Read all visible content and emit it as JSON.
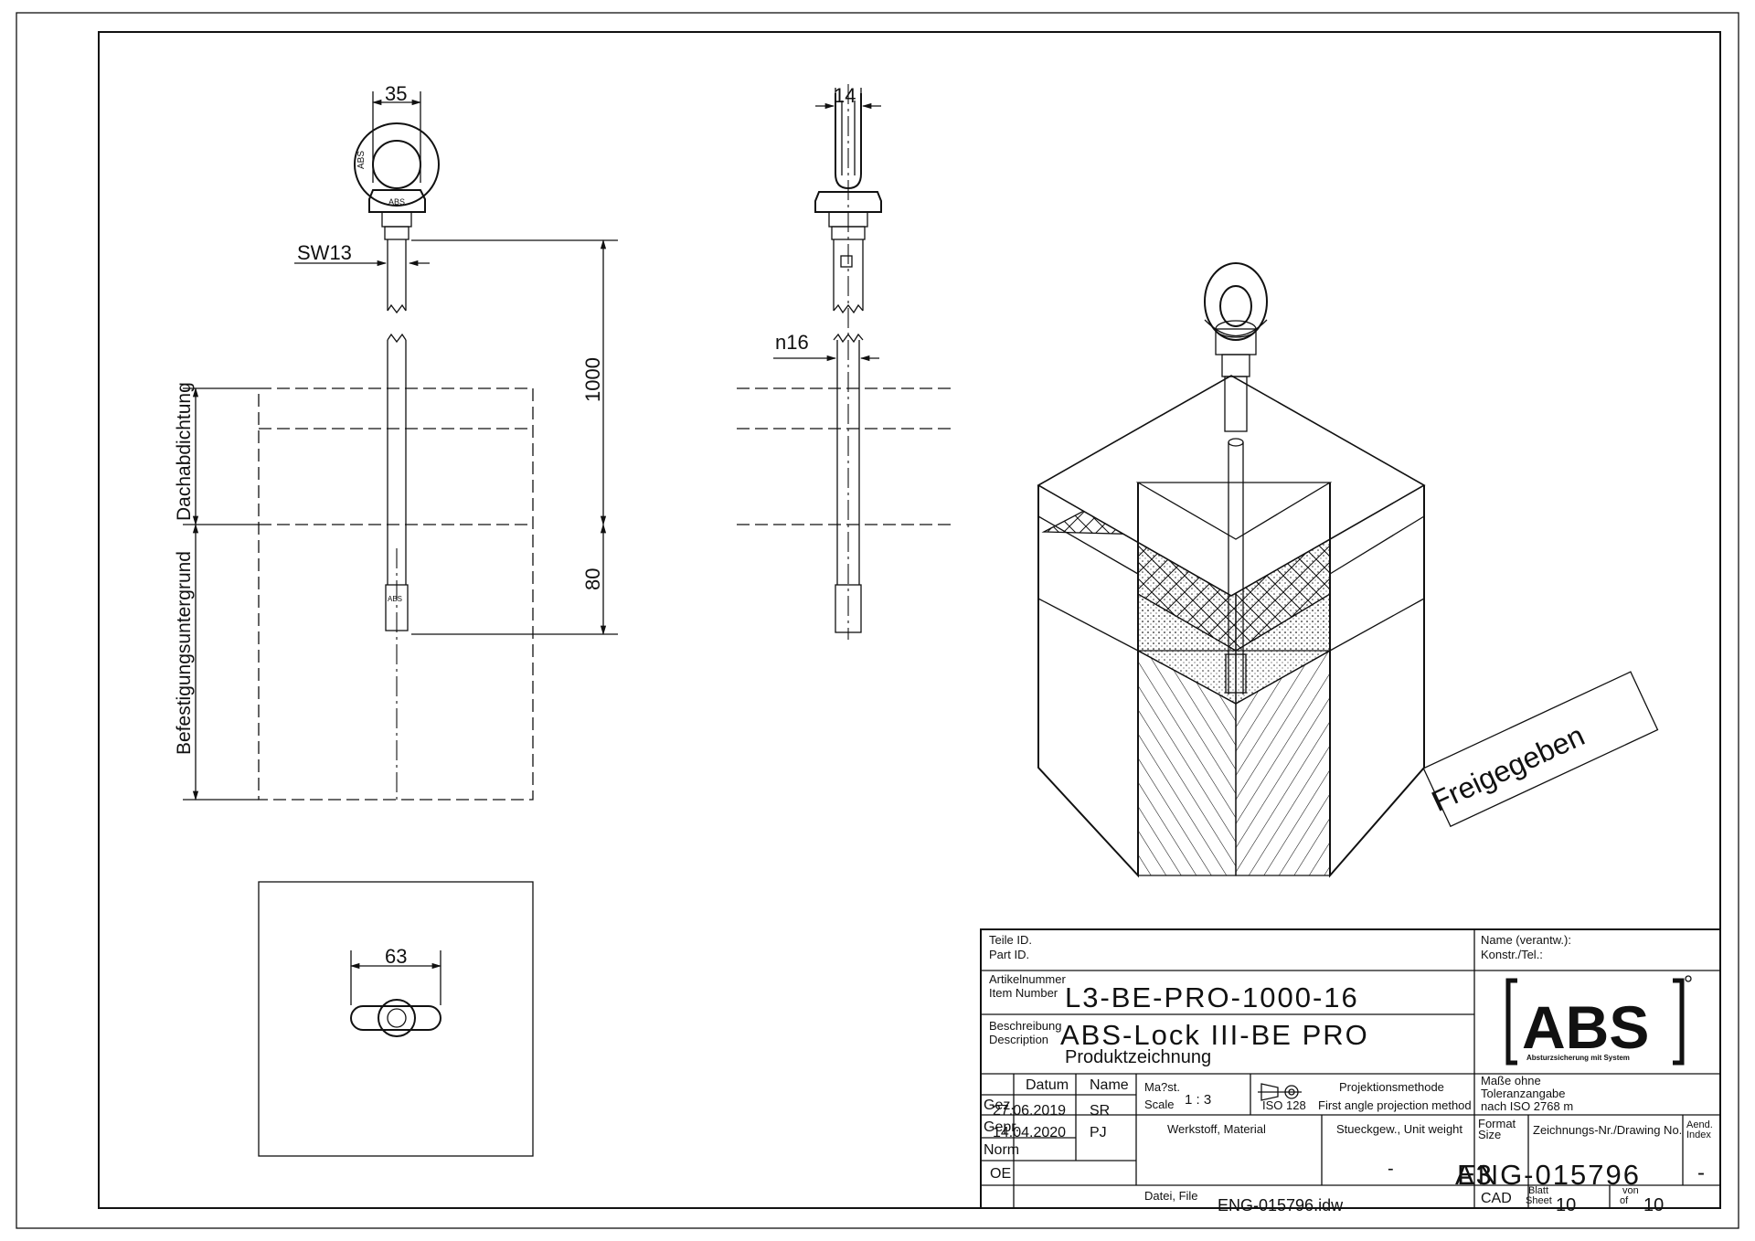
{
  "views": {
    "front": {
      "dim_width": "35",
      "dim_wrench": "SW13",
      "dim_length": "1000",
      "dim_embed": "80",
      "label_roof_seal": "Dachabdichtung",
      "label_substrate": "Befestigungsuntergrund",
      "ring_mark": "ABS"
    },
    "side": {
      "dim_width": "14",
      "dim_diameter": "n16"
    },
    "top": {
      "dim_width": "63"
    },
    "stamp": "Freigegeben"
  },
  "title_block": {
    "part_id_label_de": "Teile ID.",
    "part_id_label_en": "Part ID.",
    "responsible_label_de": "Name (verantw.):",
    "responsible_label_en": "Konstr./Tel.:",
    "article_label_de": "Artikelnummer",
    "article_label_en": "Item Number",
    "article_value": "L3-BE-PRO-1000-16",
    "description_label_de": "Beschreibung",
    "description_label_en": "Description",
    "description_value": "ABS-Lock III-BE PRO",
    "description_sub": "Produktzeichnung",
    "logo_text": "ABS",
    "logo_tagline": "Absturzsicherung mit System",
    "date_header": "Datum",
    "name_header": "Name",
    "row_gez_label": "Gez.",
    "row_gez_date": "27.06.2019",
    "row_gez_name": "SR",
    "row_gepr_label": "Gepr.",
    "row_gepr_date": "14.04.2020",
    "row_gepr_name": "PJ",
    "row_norm_label": "Norm",
    "row_oe_label": "OE",
    "scale_label_de": "Ma?st.",
    "scale_label_en": "Scale",
    "scale_value": "1 : 3",
    "projection_label_de": "Projektionsmethode",
    "projection_iso": "ISO 128",
    "projection_en": "First angle projection method",
    "tolerance_line1": "Maße ohne",
    "tolerance_line2": "Toleranzangabe",
    "tolerance_line3": "nach ISO 2768 m",
    "material_label": "Werkstoff, Material",
    "weight_label": "Stueckgew., Unit weight",
    "weight_value": "-",
    "format_label_de": "Format",
    "format_label_en": "Size",
    "format_value": "A3",
    "drawing_no_label": "Zeichnungs-Nr./Drawing No.",
    "drawing_no_value": "ENG-015796",
    "revision_label_de": "Aend.",
    "revision_label_en": "Index",
    "revision_value": "-",
    "file_label": "Datei, File",
    "file_value": "ENG-015796.idw",
    "cad_label": "CAD",
    "sheet_label_de": "Blatt",
    "sheet_label_en": "Sheet",
    "sheet_value": "10",
    "of_label_de": "von",
    "of_label_en": "of",
    "of_value": "10"
  }
}
